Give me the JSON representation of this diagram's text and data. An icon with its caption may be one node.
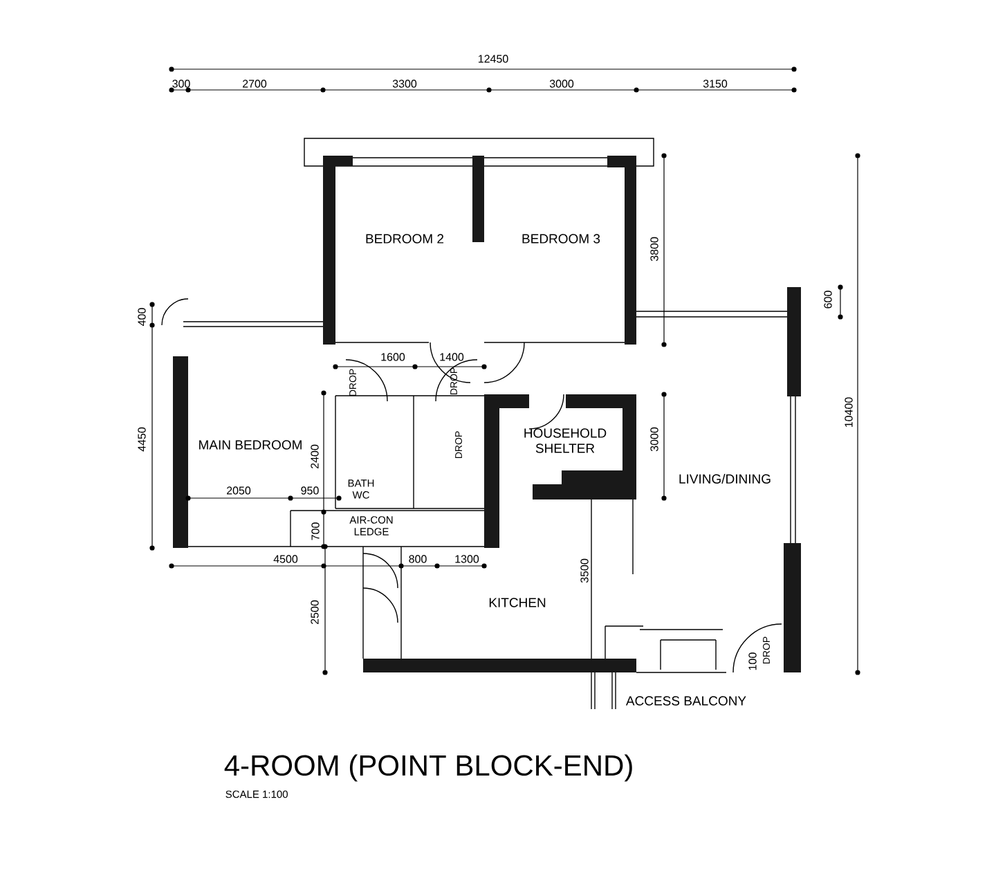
{
  "diagram": {
    "title": "4-ROOM (POINT BLOCK-END)",
    "caption": "SCALE 1:100",
    "labels": [
      "12450",
      "300",
      "2700",
      "3300",
      "3000",
      "3150",
      "BEDROOM 2",
      "BEDROOM 3",
      "3800",
      "400",
      "600",
      "1600",
      "1400",
      "DROP",
      "DROP",
      "4450",
      "MAIN BEDROOM",
      "2400",
      "DROP",
      "HOUSEHOLD SHELTER",
      "3000",
      "10400",
      "LIVING/DINING",
      "2050",
      "950",
      "BATH WC",
      "700",
      "AIR-CON LEDGE",
      "4500",
      "800",
      "1300",
      "3500",
      "2500",
      "KITCHEN",
      "100",
      "DROP",
      "ACCESS BALCONY"
    ]
  }
}
